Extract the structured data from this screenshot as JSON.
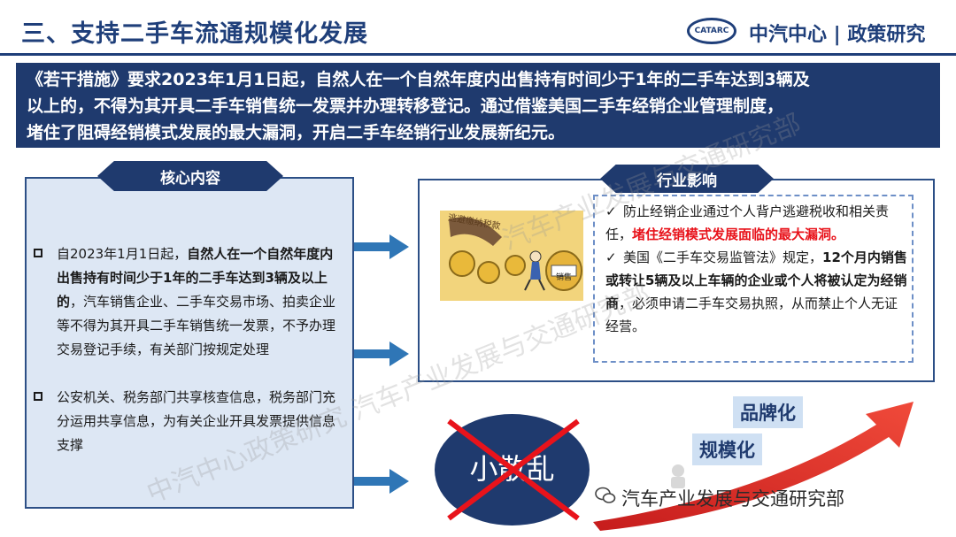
{
  "header": {
    "title": "三、支持二手车流通规模化发展",
    "logo_text": "CATARC",
    "brand": "中汽中心 | 政策研究"
  },
  "banner": {
    "line1": "《若干措施》要求2023年1月1日起，自然人在一个自然年度内出售持有时间少于1年的二手车达到3辆及",
    "line2": "以上的，不得为其开具二手车销售统一发票并办理转移登记。通过借鉴美国二手车经销企业管理制度，",
    "line3": "堵住了阻碍经销模式发展的最大漏洞，开启二手车经销行业发展新纪元。"
  },
  "core": {
    "heading": "核心内容",
    "bullet1": {
      "lead": "自2023年1月1日起，",
      "bold": "自然人在一个自然年度内出售持有时间少于1年的二手车达到3辆及以上的",
      "rest": "，汽车销售企业、二手车交易市场、拍卖企业等不得为其开具二手车销售统一发票，不予办理交易登记手续，有关部门按规定处理"
    },
    "bullet2": "公安机关、税务部门共享核查信息，税务部门充分运用共享信息，为有关企业开具发票提供信息支撑"
  },
  "impact": {
    "heading": "行业影响",
    "item1_plain": "防止经销企业通过个人背户逃避税收和相关责任，",
    "item1_red": "堵住经销模式发展面临的最大漏洞。",
    "item2_plain1": "美国《二手车交易监管法》规定，",
    "item2_bold": "12个月内销售或转让5辆及以上车辆的企业或个人将被认定为经销商",
    "item2_plain2": "，必须申请二手车交易执照，从而禁止个人无证经营。",
    "cartoon_caption": "逃避缴纳税款",
    "cartoon_sign": "销售"
  },
  "bottom": {
    "circle_text": "小散乱",
    "label_brand": "品牌化",
    "label_scale": "规模化",
    "wechat_account": "汽车产业发展与交通研究部"
  },
  "watermarks": {
    "left": "中汽中心政策研究 汽车产业发展与交通研究部",
    "top": "汽车产业发展与交通研究部"
  },
  "colors": {
    "navy": "#1f3a6e",
    "panel_fill": "#dde7f4",
    "accent_red": "#e8131b",
    "arrow_blue": "#2f76b6"
  }
}
